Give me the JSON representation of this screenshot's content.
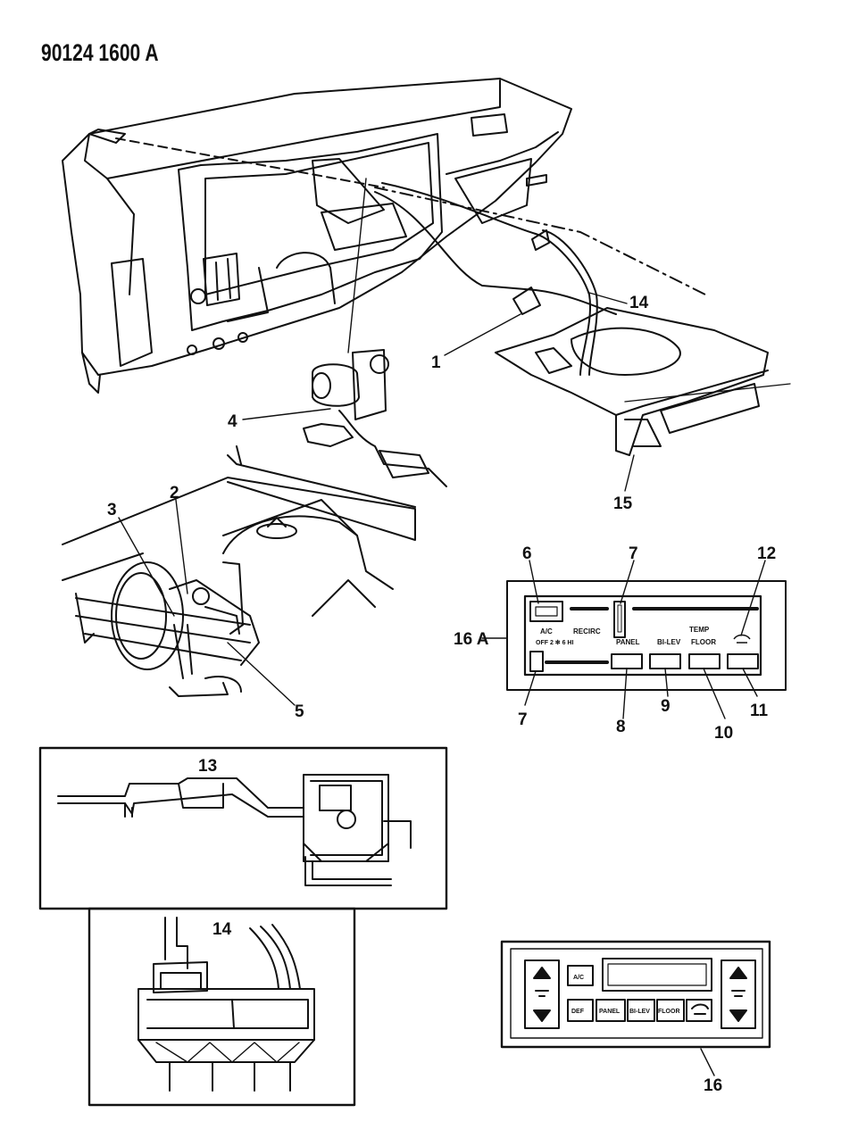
{
  "document_id": "90124 1600 A",
  "callouts": {
    "c1": "1",
    "c2": "2",
    "c3": "3",
    "c4": "4",
    "c5": "5",
    "c6": "6",
    "c7a": "7",
    "c7b": "7",
    "c8": "8",
    "c9": "9",
    "c10": "10",
    "c11": "11",
    "c12": "12",
    "c13": "13",
    "c14a": "14",
    "c14b": "14",
    "c15": "15",
    "c16": "16",
    "c16a": "16 A"
  },
  "panel_16a": {
    "ac": "A/C",
    "recirc": "RECIRC",
    "off_hi": "OFF 2 ✻ 6 HI",
    "temp": "TEMP",
    "panel": "PANEL",
    "bilev": "BI-LEV",
    "floor": "FLOOR"
  },
  "panel_16": {
    "ac": "A/C",
    "def": "DEF",
    "panel": "PANEL",
    "bilev": "BI-LEV",
    "floor": "FLOOR"
  },
  "colors": {
    "ink": "#111111",
    "paper": "#ffffff"
  }
}
